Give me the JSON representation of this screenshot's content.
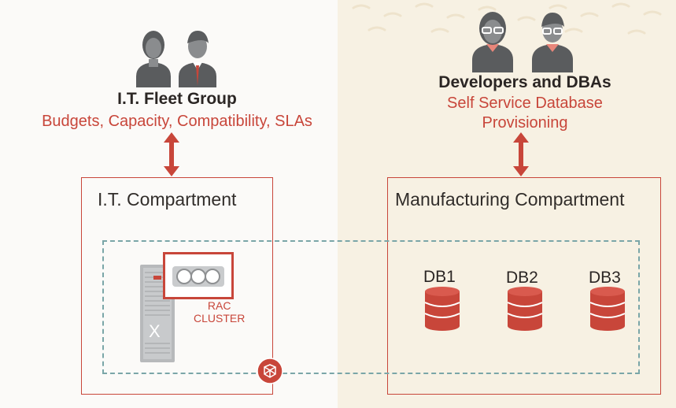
{
  "left_group": {
    "title": "I.T. Fleet Group",
    "subtitle": "Budgets, Capacity, Compatibility, SLAs"
  },
  "right_group": {
    "title": "Developers and DBAs",
    "subtitle_line1": "Self Service Database",
    "subtitle_line2": "Provisioning"
  },
  "it_compartment": {
    "label": "I.T. Compartment",
    "rac_line1": "RAC",
    "rac_line2": "CLUSTER",
    "server_mark": "X"
  },
  "manufacturing_compartment": {
    "label": "Manufacturing Compartment",
    "databases": [
      "DB1",
      "DB2",
      "DB3"
    ]
  },
  "colors": {
    "accent": "#c8463a",
    "dashed": "#7aa6a8",
    "right_bg": "#f7f1e3"
  }
}
